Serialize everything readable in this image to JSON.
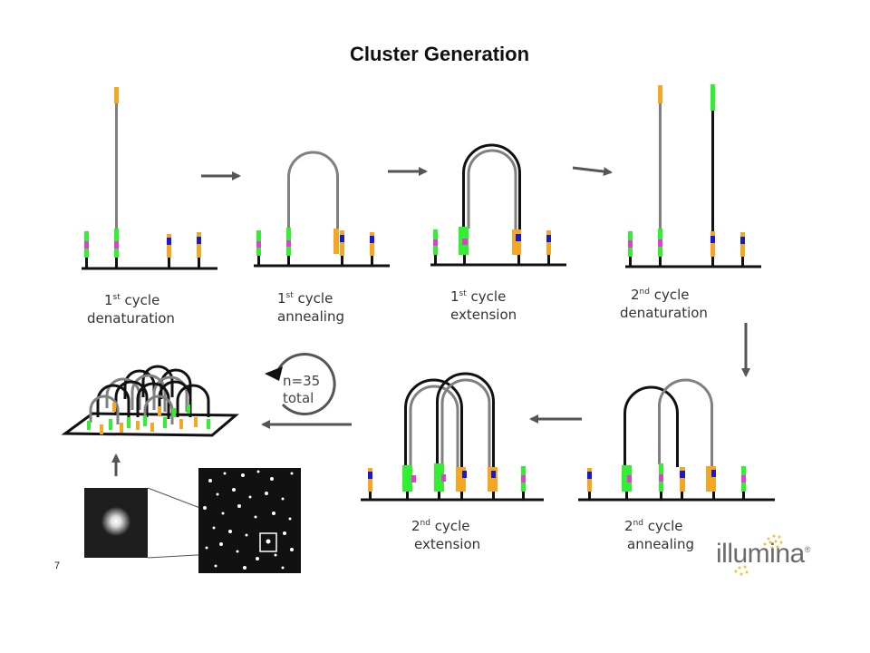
{
  "title": "Cluster Generation",
  "steps": [
    {
      "ord": "1",
      "suffix": "st",
      "word": "cycle",
      "action": "denaturation"
    },
    {
      "ord": "1",
      "suffix": "st",
      "word": "cycle",
      "action": "annealing"
    },
    {
      "ord": "1",
      "suffix": "st",
      "word": "cycle",
      "action": "extension"
    },
    {
      "ord": "2",
      "suffix": "nd",
      "word": "cycle",
      "action": "denaturation"
    },
    {
      "ord": "2",
      "suffix": "nd",
      "word": "cycle",
      "action": "annealing"
    },
    {
      "ord": "2",
      "suffix": "nd",
      "word": "cycle",
      "action": "extension"
    }
  ],
  "loop": {
    "line1": "n=35",
    "line2": "total"
  },
  "page_number": "7",
  "logo": {
    "text": "illumina",
    "mark": "®"
  },
  "colors": {
    "primer_green": "#33ee33",
    "primer_orange": "#f5a623",
    "primer_blue": "#1a1acc",
    "primer_magenta": "#e040d0",
    "strand_template": "#808080",
    "strand_copy": "#111111",
    "arrow": "#555555",
    "logo_dots": "#f0c040"
  }
}
